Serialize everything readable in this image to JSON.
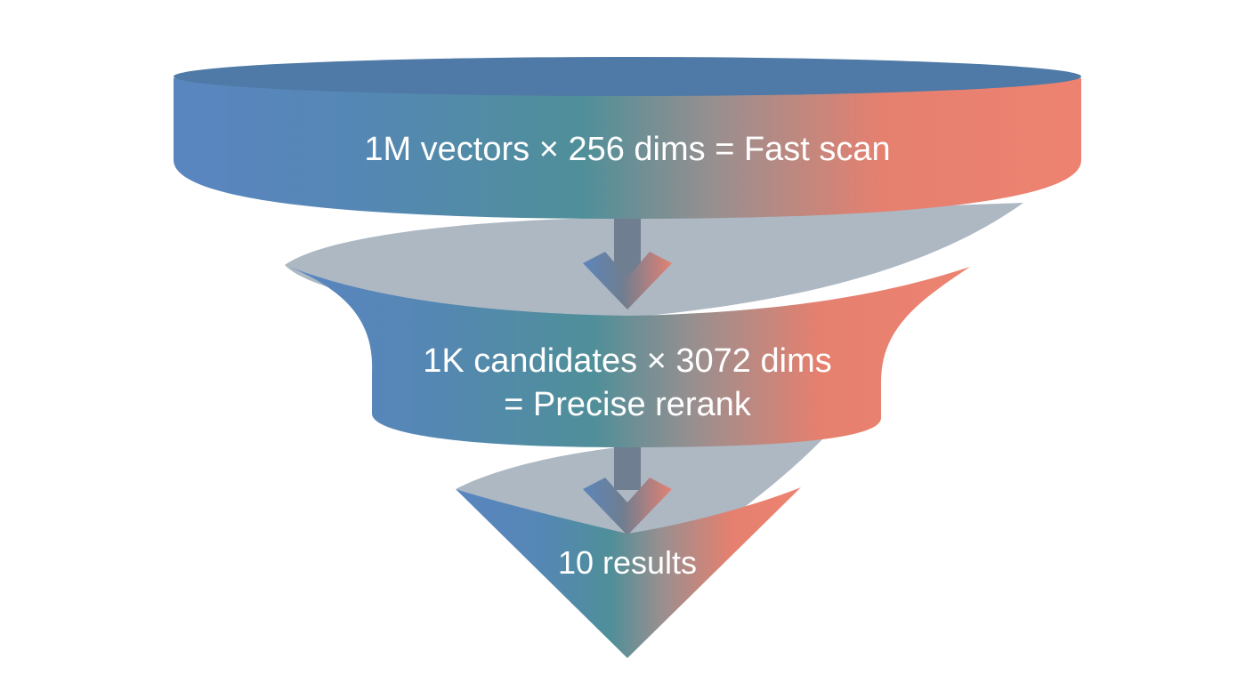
{
  "diagram": {
    "colors": {
      "blue": "#5a86c0",
      "teal": "#4a8f9a",
      "coral": "#ee8270",
      "top_lid": "#4f79a6",
      "ribbon": "#adb8c3",
      "arrow_grey": "#6f7e90",
      "text": "#ffffff"
    },
    "stages": [
      {
        "lines": [
          "1M vectors × 256 dims = Fast scan"
        ]
      },
      {
        "lines": [
          "1K candidates × 3072 dims",
          "= Precise rerank"
        ]
      },
      {
        "lines": [
          "10 results"
        ]
      }
    ],
    "arrow_icon": "down-chevron-arrow-icon"
  }
}
